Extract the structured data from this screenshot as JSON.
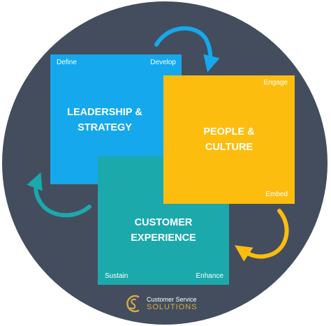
{
  "boxes": {
    "leadership": {
      "line1": "LEADERSHIP &",
      "line2": "STRATEGY",
      "corner_left": "Define",
      "corner_right": "Develop",
      "color": "#15a8ec"
    },
    "people": {
      "line1": "PEOPLE &",
      "line2": "CULTURE",
      "corner_top": "Engage",
      "corner_bottom": "Embed",
      "color": "#fdbd0f"
    },
    "customer": {
      "line1": "CUSTOMER",
      "line2": "EXPERIENCE",
      "corner_left": "Sustain",
      "corner_right": "Enhance",
      "color": "#1ba9ab"
    }
  },
  "logo": {
    "line1": "Customer Service",
    "line2": "SOLUTIONS",
    "text_color": "#ffffff",
    "accent_color": "#d8ad45"
  },
  "background_color": "#434d5e"
}
